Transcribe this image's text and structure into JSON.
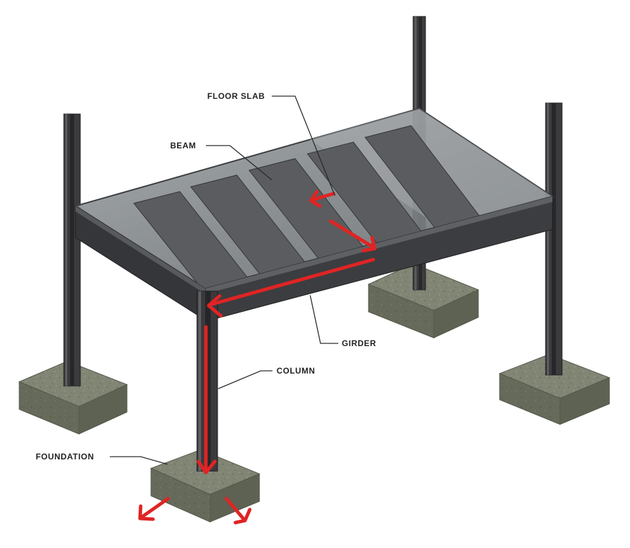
{
  "labels": {
    "floor_slab": "FLOOR SLAB",
    "beam": "BEAM",
    "girder": "GIRDER",
    "column": "COLUMN",
    "foundation": "FOUNDATION"
  },
  "colors": {
    "load_path": "#e02424",
    "steel": "#3a3a3c",
    "concrete": "#7d8272",
    "slab_glass": "#8e9396",
    "label_text": "#222222"
  }
}
